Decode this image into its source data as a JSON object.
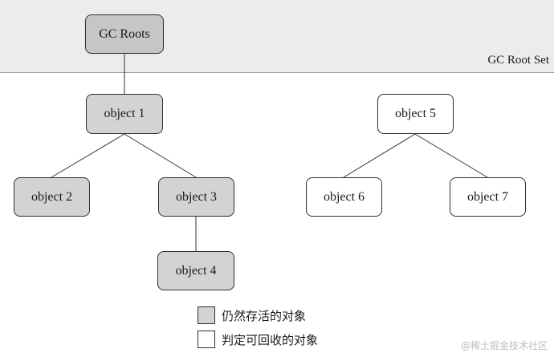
{
  "root_set": {
    "label": "GC Root Set",
    "color": "#ececec"
  },
  "nodes": {
    "gc_roots": "GC Roots",
    "object_1": "object 1",
    "object_2": "object 2",
    "object_3": "object 3",
    "object_4": "object 4",
    "object_5": "object 5",
    "object_6": "object 6",
    "object_7": "object 7"
  },
  "legend": {
    "alive": {
      "label": "仍然存活的对象",
      "color": "#d3d3d3"
    },
    "collectable": {
      "label": "判定可回收的对象",
      "color": "#ffffff"
    }
  },
  "watermark": "@稀土掘金技术社区"
}
